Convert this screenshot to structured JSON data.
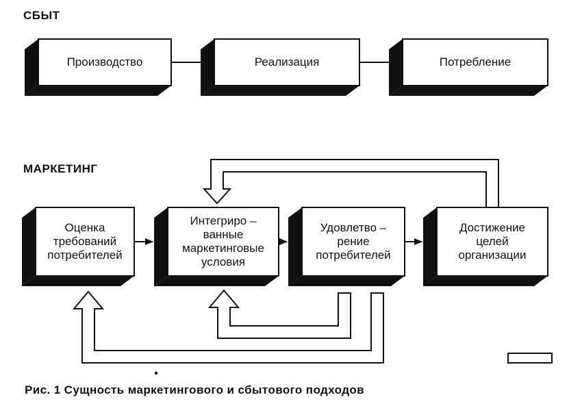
{
  "sections": {
    "sbyt": "СБЫТ",
    "marketing": "МАРКЕТИНГ"
  },
  "sbyt_boxes": [
    {
      "label": "Производство"
    },
    {
      "label": "Реализация"
    },
    {
      "label": "Потребление"
    }
  ],
  "marketing_boxes": [
    {
      "label": "Оценка\nтребований\nпотребителей"
    },
    {
      "label": "Интегриро –\nванные\nмаркетинговые\nусловия"
    },
    {
      "label": "Удовлетво –\nрение\nпотребителей"
    },
    {
      "label": "Достижение\nцелей\nорганизации"
    }
  ],
  "caption": "Рис. 1 Сущность маркетингового и сбытового подходов",
  "colors": {
    "ink": "#111111",
    "paper": "#ffffff"
  }
}
